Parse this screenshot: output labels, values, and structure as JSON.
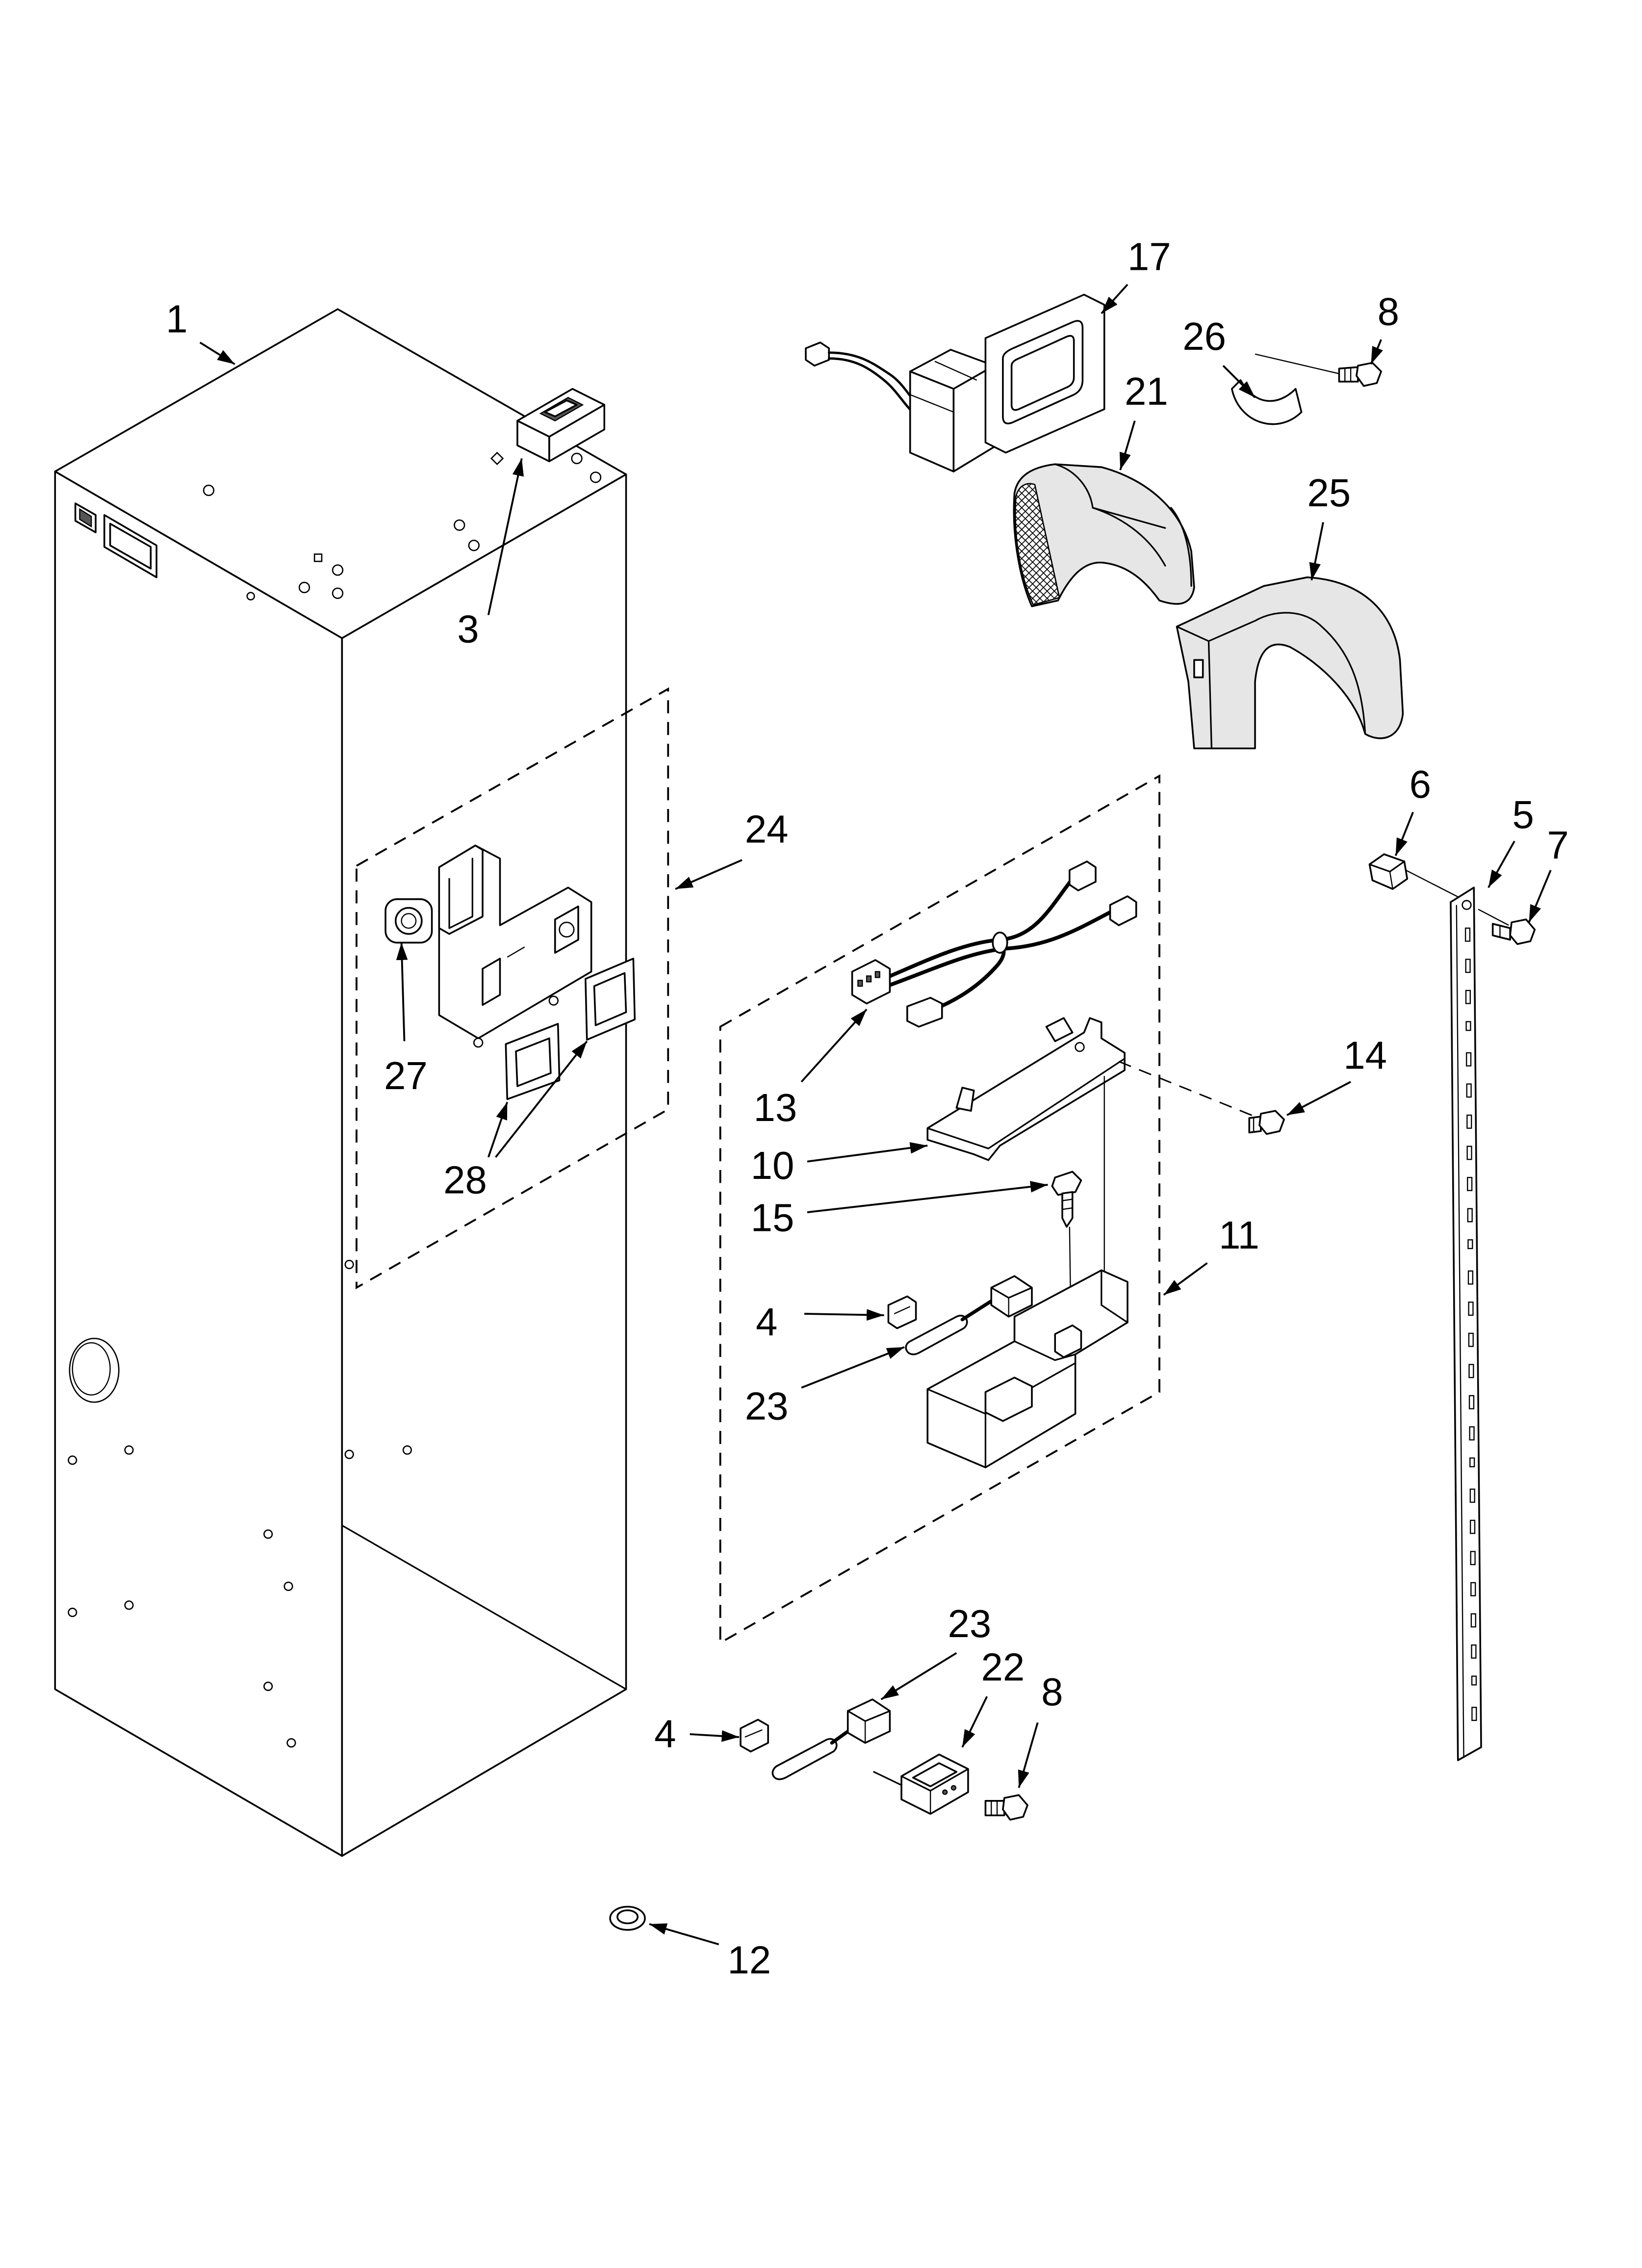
{
  "callouts": [
    {
      "label": "1"
    },
    {
      "label": "3"
    },
    {
      "label": "17"
    },
    {
      "label": "26"
    },
    {
      "label": "8"
    },
    {
      "label": "21"
    },
    {
      "label": "25"
    },
    {
      "label": "24"
    },
    {
      "label": "27"
    },
    {
      "label": "28"
    },
    {
      "label": "6"
    },
    {
      "label": "5"
    },
    {
      "label": "7"
    },
    {
      "label": "14"
    },
    {
      "label": "13"
    },
    {
      "label": "10"
    },
    {
      "label": "15"
    },
    {
      "label": "11"
    },
    {
      "label": "4"
    },
    {
      "label": "23"
    },
    {
      "label": "23"
    },
    {
      "label": "22"
    },
    {
      "label": "8"
    },
    {
      "label": "4"
    },
    {
      "label": "12"
    }
  ]
}
